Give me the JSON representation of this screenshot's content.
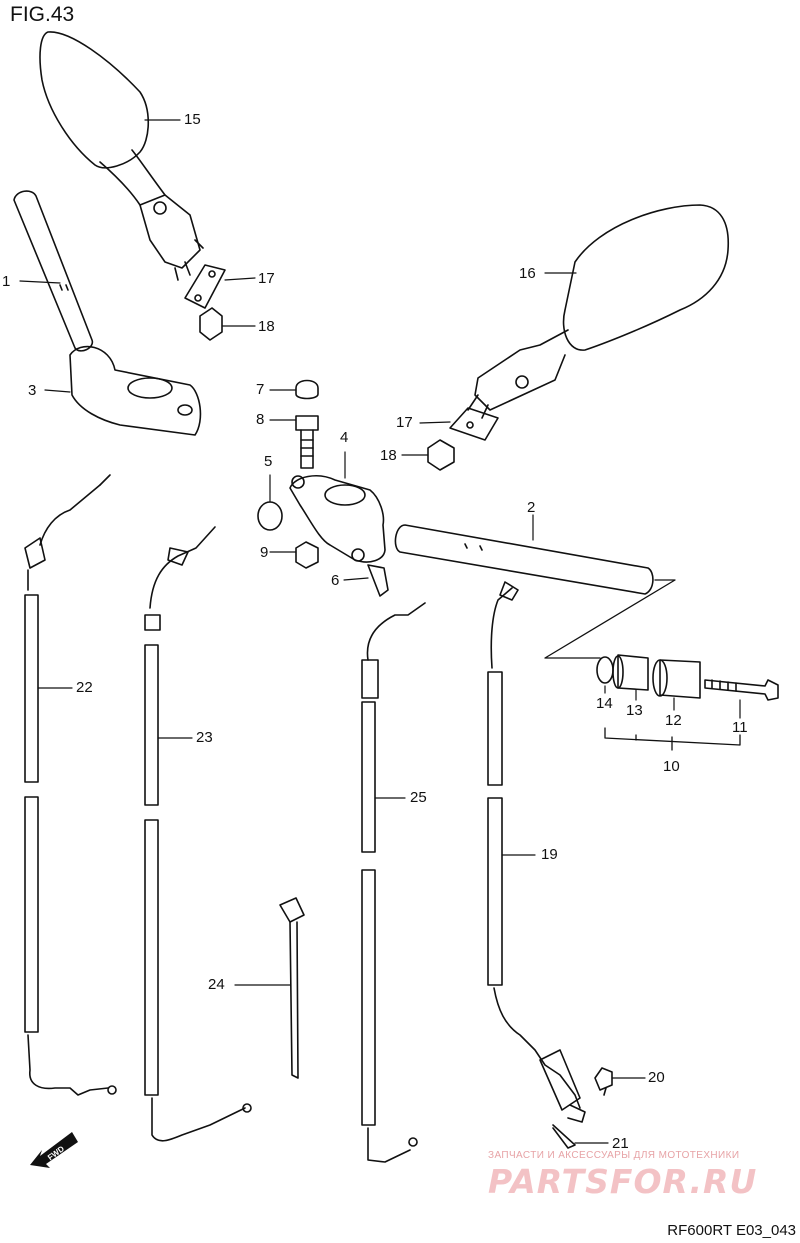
{
  "figure": {
    "title": "FIG.43",
    "code": "RF600RT E03_043",
    "fwd_label": "FWD"
  },
  "callouts": [
    {
      "id": "1",
      "text": "1"
    },
    {
      "id": "2",
      "text": "2"
    },
    {
      "id": "3",
      "text": "3"
    },
    {
      "id": "4",
      "text": "4"
    },
    {
      "id": "5",
      "text": "5"
    },
    {
      "id": "6",
      "text": "6"
    },
    {
      "id": "7",
      "text": "7"
    },
    {
      "id": "8",
      "text": "8"
    },
    {
      "id": "9",
      "text": "9"
    },
    {
      "id": "10",
      "text": "10"
    },
    {
      "id": "11",
      "text": "11"
    },
    {
      "id": "12",
      "text": "12"
    },
    {
      "id": "13",
      "text": "13"
    },
    {
      "id": "14",
      "text": "14"
    },
    {
      "id": "15",
      "text": "15"
    },
    {
      "id": "16",
      "text": "16"
    },
    {
      "id": "17a",
      "text": "17"
    },
    {
      "id": "17b",
      "text": "17"
    },
    {
      "id": "18a",
      "text": "18"
    },
    {
      "id": "18b",
      "text": "18"
    },
    {
      "id": "19",
      "text": "19"
    },
    {
      "id": "20",
      "text": "20"
    },
    {
      "id": "21",
      "text": "21"
    },
    {
      "id": "22",
      "text": "22"
    },
    {
      "id": "23",
      "text": "23"
    },
    {
      "id": "24",
      "text": "24"
    },
    {
      "id": "25",
      "text": "25"
    }
  ],
  "watermark": {
    "subtitle": "ЗАПЧАСТИ И АКСЕССУАРЫ ДЛЯ МОТОТЕХНИКИ",
    "brand": "PARTSFOR.RU"
  }
}
